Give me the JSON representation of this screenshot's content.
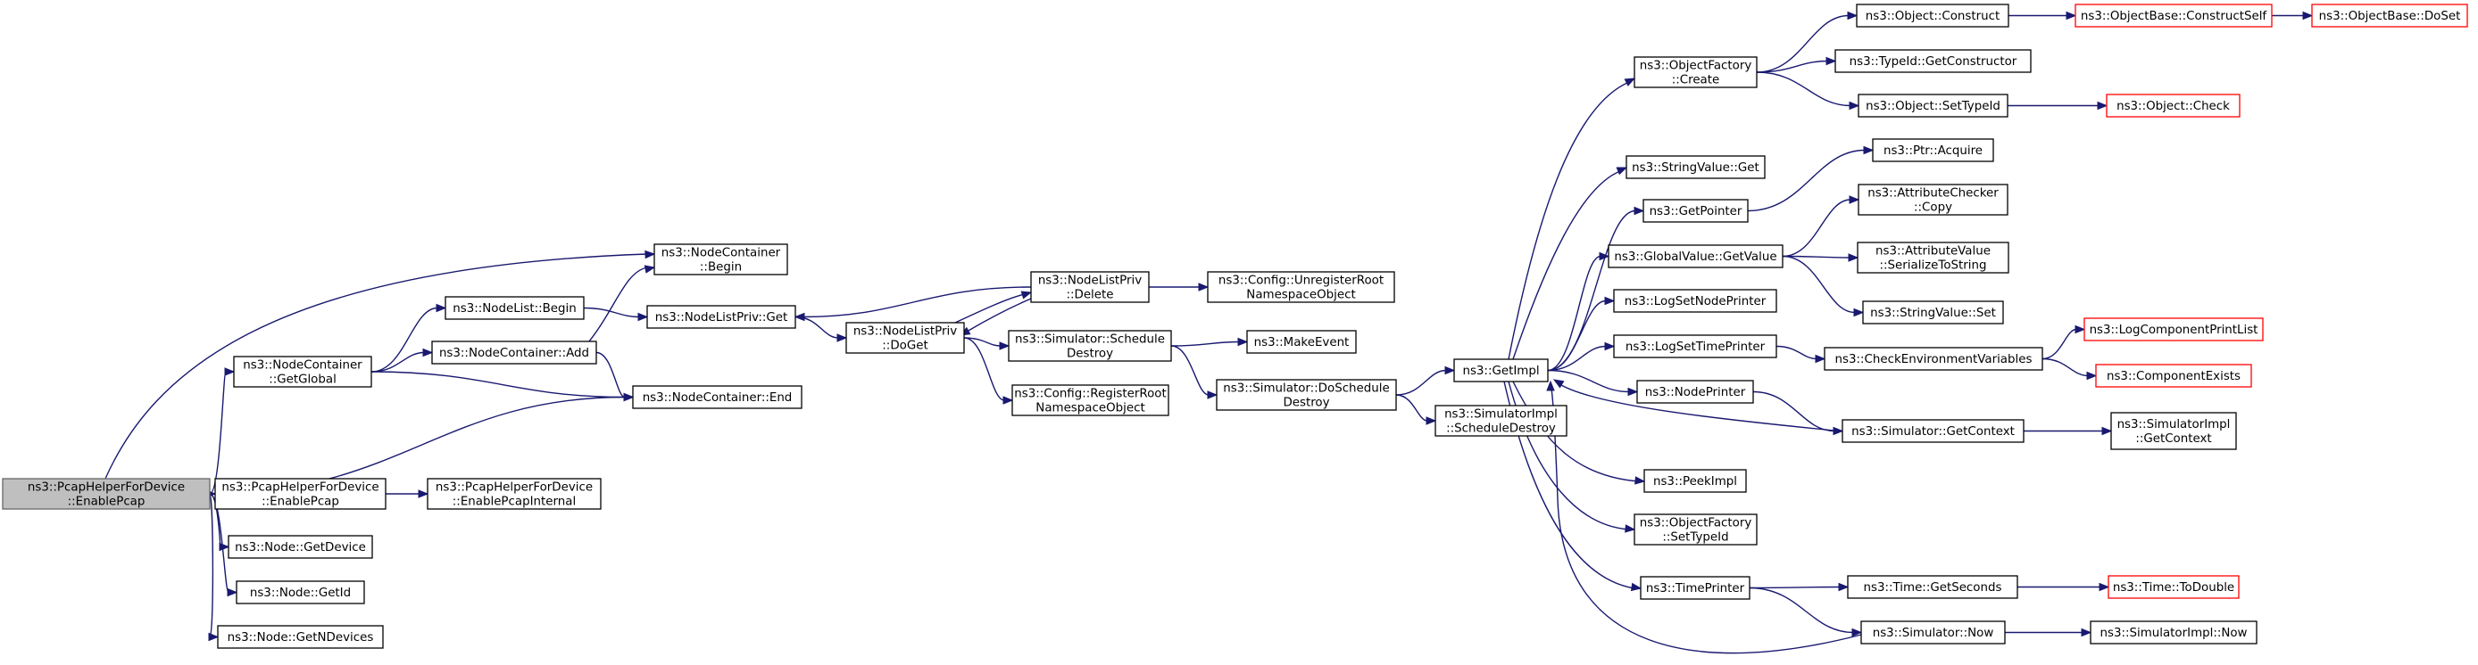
{
  "colors": {
    "edge": "#191970",
    "root_fill": "#bfbfbf",
    "red_border": "#ff0000"
  },
  "nodes": [
    {
      "id": "enable_pcap_root",
      "lines": [
        "ns3::PcapHelperForDevice",
        "::EnablePcap"
      ],
      "root": true
    },
    {
      "id": "nc_getglobal",
      "lines": [
        "ns3::NodeContainer",
        "::GetGlobal"
      ]
    },
    {
      "id": "phfd_enablepcap",
      "lines": [
        "ns3::PcapHelperForDevice",
        "::EnablePcap"
      ]
    },
    {
      "id": "node_getdevice",
      "lines": [
        "ns3::Node::GetDevice"
      ]
    },
    {
      "id": "node_getid",
      "lines": [
        "ns3::Node::GetId"
      ]
    },
    {
      "id": "node_getndevices",
      "lines": [
        "ns3::Node::GetNDevices"
      ]
    },
    {
      "id": "nc_begin",
      "lines": [
        "ns3::NodeContainer",
        "::Begin"
      ]
    },
    {
      "id": "nl_begin",
      "lines": [
        "ns3::NodeList::Begin"
      ]
    },
    {
      "id": "nc_add",
      "lines": [
        "ns3::NodeContainer::Add"
      ]
    },
    {
      "id": "nc_end",
      "lines": [
        "ns3::NodeContainer::End"
      ]
    },
    {
      "id": "phfd_internal",
      "lines": [
        "ns3::PcapHelperForDevice",
        "::EnablePcapInternal"
      ]
    },
    {
      "id": "nlp_get",
      "lines": [
        "ns3::NodeListPriv::Get"
      ]
    },
    {
      "id": "nlp_doget",
      "lines": [
        "ns3::NodeListPriv",
        "::DoGet"
      ]
    },
    {
      "id": "nlp_delete",
      "lines": [
        "ns3::NodeListPriv",
        "::Delete"
      ]
    },
    {
      "id": "sim_schedule_destroy",
      "lines": [
        "ns3::Simulator::Schedule",
        "Destroy"
      ]
    },
    {
      "id": "cfg_register",
      "lines": [
        "ns3::Config::RegisterRoot",
        "NamespaceObject"
      ]
    },
    {
      "id": "cfg_unregister",
      "lines": [
        "ns3::Config::UnregisterRoot",
        "NamespaceObject"
      ]
    },
    {
      "id": "make_event",
      "lines": [
        "ns3::MakeEvent"
      ]
    },
    {
      "id": "sim_do_schedule_destroy",
      "lines": [
        "ns3::Simulator::DoSchedule",
        "Destroy"
      ]
    },
    {
      "id": "get_impl",
      "lines": [
        "ns3::GetImpl"
      ]
    },
    {
      "id": "simimpl_schedule_destroy",
      "lines": [
        "ns3::SimulatorImpl",
        "::ScheduleDestroy"
      ]
    },
    {
      "id": "of_create",
      "lines": [
        "ns3::ObjectFactory",
        "::Create"
      ]
    },
    {
      "id": "sv_get",
      "lines": [
        "ns3::StringValue::Get"
      ]
    },
    {
      "id": "get_pointer",
      "lines": [
        "ns3::GetPointer"
      ]
    },
    {
      "id": "gv_getvalue",
      "lines": [
        "ns3::GlobalValue::GetValue"
      ]
    },
    {
      "id": "log_set_node_printer",
      "lines": [
        "ns3::LogSetNodePrinter"
      ]
    },
    {
      "id": "log_set_time_printer",
      "lines": [
        "ns3::LogSetTimePrinter"
      ]
    },
    {
      "id": "node_printer",
      "lines": [
        "ns3::NodePrinter"
      ]
    },
    {
      "id": "peek_impl",
      "lines": [
        "ns3::PeekImpl"
      ]
    },
    {
      "id": "of_settypeid",
      "lines": [
        "ns3::ObjectFactory",
        "::SetTypeId"
      ]
    },
    {
      "id": "time_printer",
      "lines": [
        "ns3::TimePrinter"
      ]
    },
    {
      "id": "obj_construct",
      "lines": [
        "ns3::Object::Construct"
      ]
    },
    {
      "id": "typeid_getctor",
      "lines": [
        "ns3::TypeId::GetConstructor"
      ]
    },
    {
      "id": "obj_settypeid",
      "lines": [
        "ns3::Object::SetTypeId"
      ]
    },
    {
      "id": "ptr_acquire",
      "lines": [
        "ns3::Ptr::Acquire"
      ]
    },
    {
      "id": "attr_checker_copy",
      "lines": [
        "ns3::AttributeChecker",
        "::Copy"
      ]
    },
    {
      "id": "attr_value_serialize",
      "lines": [
        "ns3::AttributeValue",
        "::SerializeToString"
      ]
    },
    {
      "id": "sv_set",
      "lines": [
        "ns3::StringValue::Set"
      ]
    },
    {
      "id": "check_env_vars",
      "lines": [
        "ns3::CheckEnvironmentVariables"
      ]
    },
    {
      "id": "sim_getcontext",
      "lines": [
        "ns3::Simulator::GetContext"
      ]
    },
    {
      "id": "time_getseconds",
      "lines": [
        "ns3::Time::GetSeconds"
      ]
    },
    {
      "id": "sim_now",
      "lines": [
        "ns3::Simulator::Now"
      ]
    },
    {
      "id": "objbase_constructself",
      "lines": [
        "ns3::ObjectBase::ConstructSelf"
      ],
      "red": true
    },
    {
      "id": "objbase_doset",
      "lines": [
        "ns3::ObjectBase::DoSet"
      ],
      "red": true
    },
    {
      "id": "obj_check",
      "lines": [
        "ns3::Object::Check"
      ],
      "red": true
    },
    {
      "id": "log_component_print_list",
      "lines": [
        "ns3::LogComponentPrintList"
      ],
      "red": true
    },
    {
      "id": "component_exists",
      "lines": [
        "ns3::ComponentExists"
      ],
      "red": true
    },
    {
      "id": "simimpl_getcontext",
      "lines": [
        "ns3::SimulatorImpl",
        "::GetContext"
      ]
    },
    {
      "id": "time_todouble",
      "lines": [
        "ns3::Time::ToDouble"
      ],
      "red": true
    },
    {
      "id": "simimpl_now",
      "lines": [
        "ns3::SimulatorImpl::Now"
      ]
    }
  ],
  "edges": [
    [
      "enable_pcap_root",
      "nc_begin"
    ],
    [
      "enable_pcap_root",
      "nc_getglobal"
    ],
    [
      "enable_pcap_root",
      "nc_end"
    ],
    [
      "enable_pcap_root",
      "phfd_enablepcap"
    ],
    [
      "enable_pcap_root",
      "node_getdevice"
    ],
    [
      "enable_pcap_root",
      "node_getid"
    ],
    [
      "enable_pcap_root",
      "node_getndevices"
    ],
    [
      "nc_getglobal",
      "nl_begin"
    ],
    [
      "nc_getglobal",
      "nc_add"
    ],
    [
      "nc_getglobal",
      "nc_end"
    ],
    [
      "nc_add",
      "nc_begin"
    ],
    [
      "nc_add",
      "nc_end"
    ],
    [
      "phfd_enablepcap",
      "phfd_internal"
    ],
    [
      "nl_begin",
      "nlp_get"
    ],
    [
      "nlp_get",
      "nlp_doget"
    ],
    [
      "nlp_doget",
      "nlp_delete"
    ],
    [
      "nlp_doget",
      "sim_schedule_destroy"
    ],
    [
      "nlp_doget",
      "cfg_register"
    ],
    [
      "nlp_delete",
      "nlp_get"
    ],
    [
      "nlp_delete",
      "nlp_doget"
    ],
    [
      "nlp_delete",
      "cfg_unregister"
    ],
    [
      "sim_schedule_destroy",
      "make_event"
    ],
    [
      "sim_schedule_destroy",
      "sim_do_schedule_destroy"
    ],
    [
      "sim_do_schedule_destroy",
      "get_impl"
    ],
    [
      "sim_do_schedule_destroy",
      "simimpl_schedule_destroy"
    ],
    [
      "get_impl",
      "of_create"
    ],
    [
      "get_impl",
      "sv_get"
    ],
    [
      "get_impl",
      "get_pointer"
    ],
    [
      "get_impl",
      "gv_getvalue"
    ],
    [
      "get_impl",
      "log_set_node_printer"
    ],
    [
      "get_impl",
      "log_set_time_printer"
    ],
    [
      "get_impl",
      "node_printer"
    ],
    [
      "get_impl",
      "peek_impl"
    ],
    [
      "get_impl",
      "of_settypeid"
    ],
    [
      "get_impl",
      "time_printer"
    ],
    [
      "of_create",
      "obj_construct"
    ],
    [
      "of_create",
      "typeid_getctor"
    ],
    [
      "of_create",
      "obj_settypeid"
    ],
    [
      "obj_construct",
      "objbase_constructself"
    ],
    [
      "objbase_constructself",
      "objbase_doset"
    ],
    [
      "obj_settypeid",
      "obj_check"
    ],
    [
      "get_pointer",
      "ptr_acquire"
    ],
    [
      "gv_getvalue",
      "attr_checker_copy"
    ],
    [
      "gv_getvalue",
      "attr_value_serialize"
    ],
    [
      "gv_getvalue",
      "sv_set"
    ],
    [
      "log_set_time_printer",
      "check_env_vars"
    ],
    [
      "check_env_vars",
      "log_component_print_list"
    ],
    [
      "check_env_vars",
      "component_exists"
    ],
    [
      "node_printer",
      "sim_getcontext"
    ],
    [
      "sim_getcontext",
      "get_impl"
    ],
    [
      "sim_getcontext",
      "simimpl_getcontext"
    ],
    [
      "time_printer",
      "time_getseconds"
    ],
    [
      "time_printer",
      "sim_now"
    ],
    [
      "time_getseconds",
      "time_todouble"
    ],
    [
      "sim_now",
      "get_impl"
    ],
    [
      "sim_now",
      "simimpl_now"
    ]
  ]
}
